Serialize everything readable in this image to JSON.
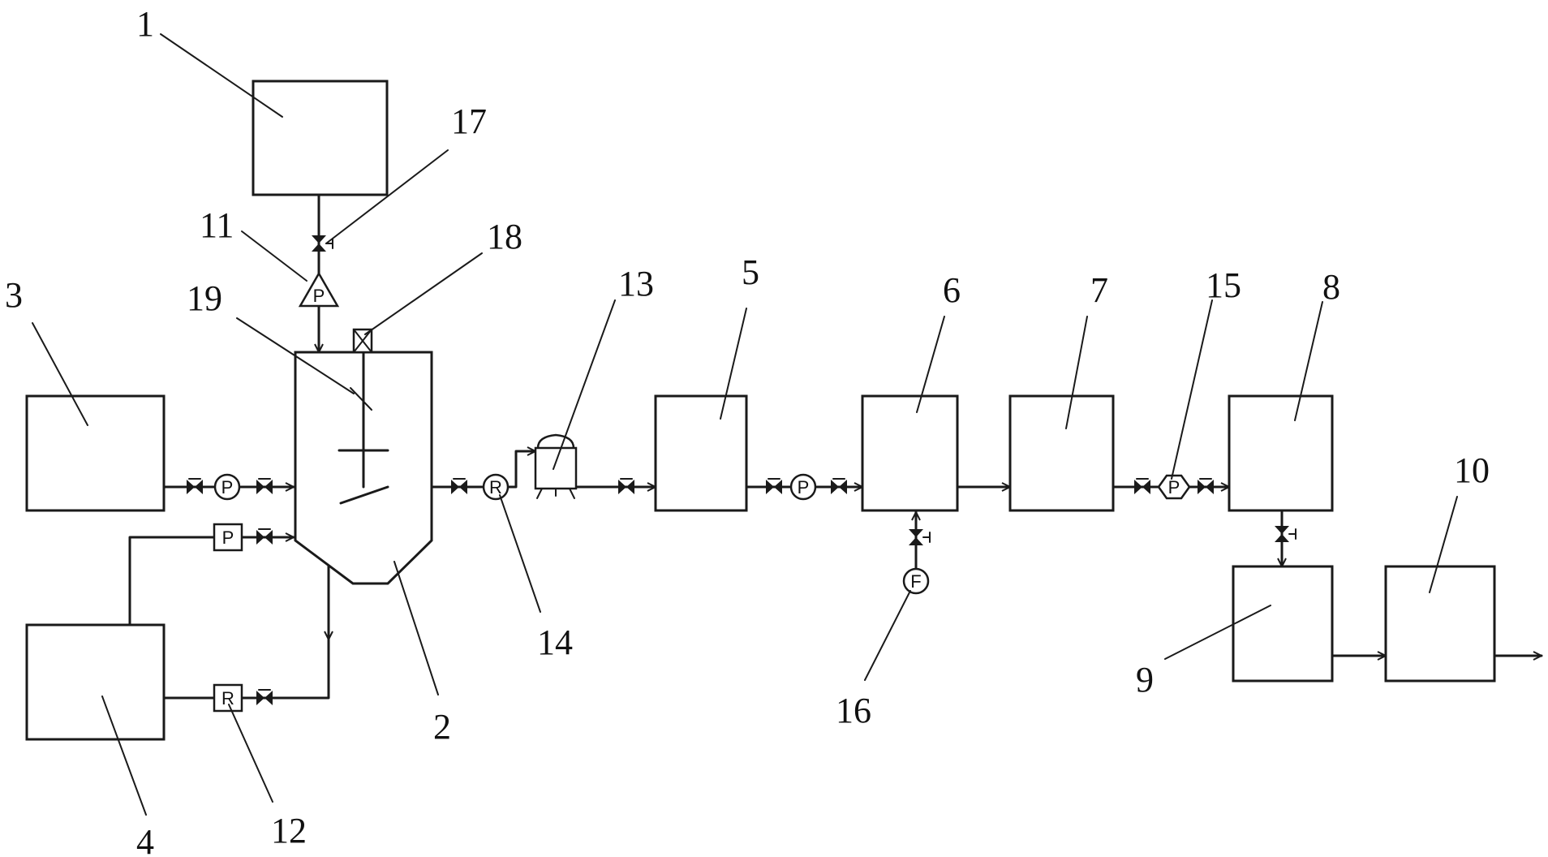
{
  "labels": {
    "n1": "1",
    "n2": "2",
    "n3": "3",
    "n4": "4",
    "n5": "5",
    "n6": "6",
    "n7": "7",
    "n8": "8",
    "n9": "9",
    "n10": "10",
    "n11": "11",
    "n12": "12",
    "n13": "13",
    "n14": "14",
    "n15": "15",
    "n16": "16",
    "n17": "17",
    "n18": "18",
    "n19": "19"
  },
  "symbols": {
    "pump": "P",
    "meter": "R",
    "flow": "F"
  },
  "colors": {
    "line": "#1a1a1a",
    "background": "#ffffff"
  }
}
